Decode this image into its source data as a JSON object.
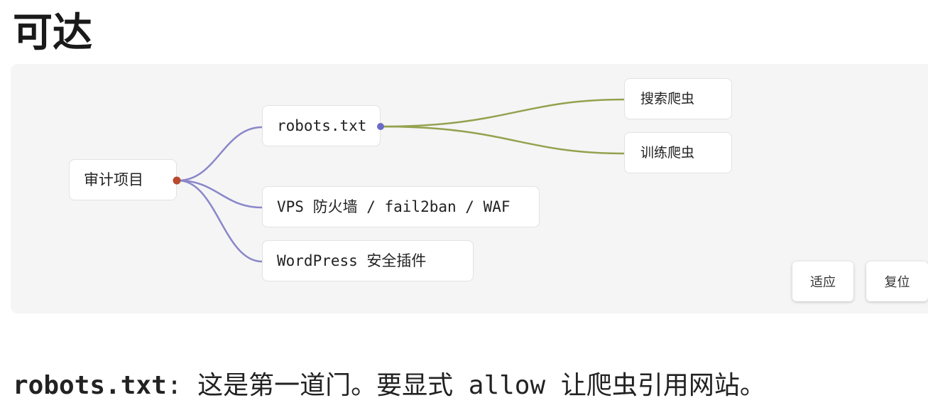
{
  "heading": "可达",
  "mindmap": {
    "root": "审计项目",
    "branches": [
      {
        "label": "robots.txt",
        "children": [
          "搜索爬虫",
          "训练爬虫"
        ]
      },
      {
        "label": "VPS 防火墙 / fail2ban / WAF"
      },
      {
        "label": "WordPress 安全插件"
      }
    ],
    "controls": {
      "fit": "适应",
      "reset": "复位"
    },
    "colors": {
      "background": "#f5f5f5",
      "root_edge": "#8a87c9",
      "child_edge": "#95a14e",
      "root_dot": "#b84a2e",
      "branch_dot": "#6b6bc7"
    }
  },
  "paragraph": {
    "term": "robots.txt",
    "colon": ":",
    "text": " 这是第一道门。要显式 allow 让爬虫引用网站。"
  }
}
